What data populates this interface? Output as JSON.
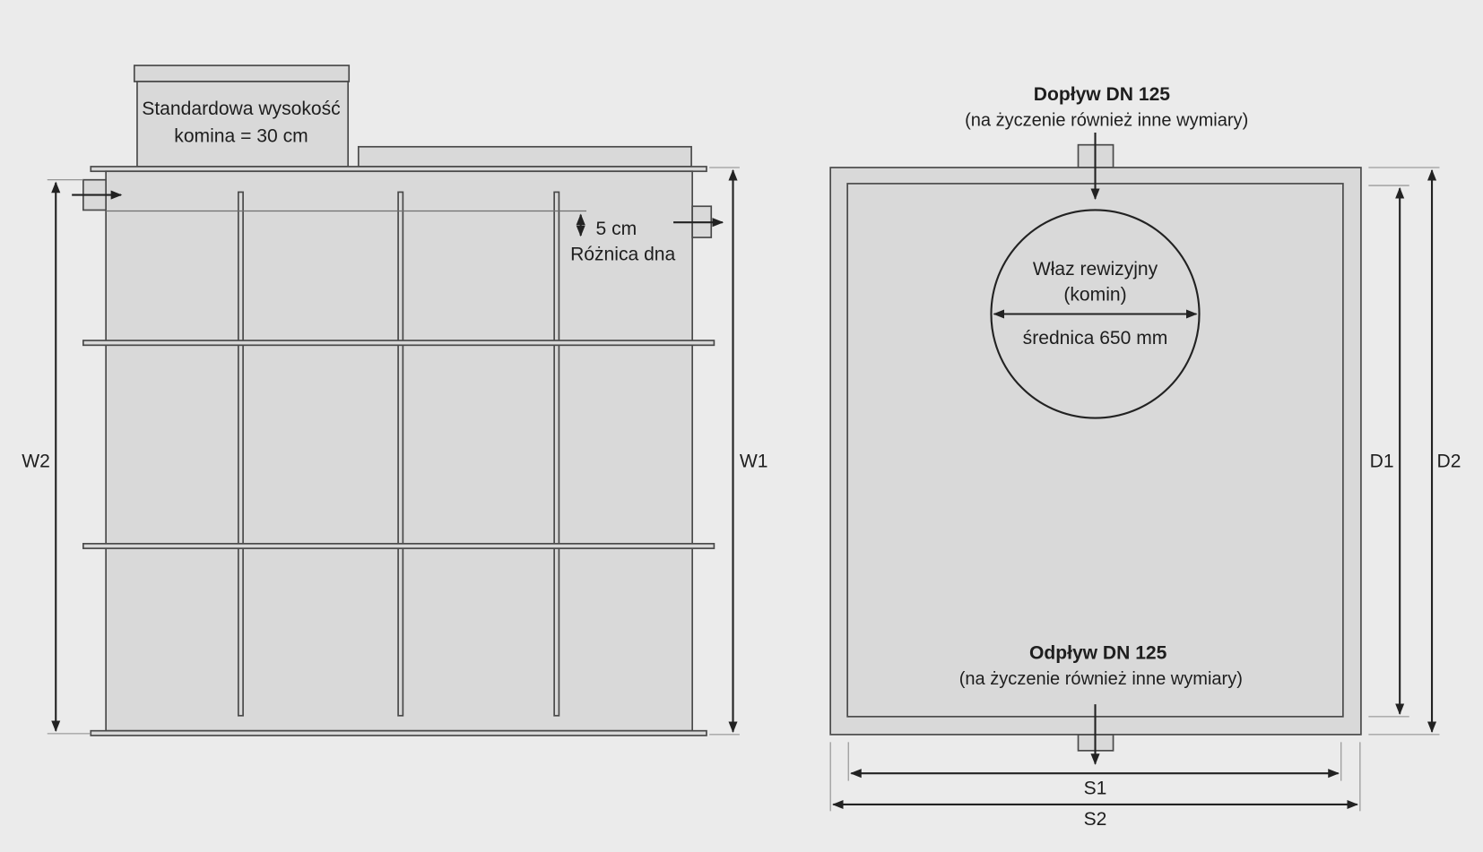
{
  "side_view": {
    "chimney_label_line1": "Standardowa wysokość",
    "chimney_label_line2": "komina = 30 cm",
    "bottom_diff_value": "5 cm",
    "bottom_diff_label": "Różnica dna",
    "w2_label": "W2",
    "w1_label": "W1"
  },
  "top_view": {
    "inlet_title": "Dopływ DN 125",
    "inlet_note": "(na życzenie również inne wymiary)",
    "manhole_line1": "Właz rewizyjny",
    "manhole_line2": "(komin)",
    "manhole_diameter": "średnica 650 mm",
    "outlet_title": "Odpływ DN 125",
    "outlet_note": "(na życzenie również inne wymiary)",
    "d1_label": "D1",
    "d2_label": "D2",
    "s1_label": "S1",
    "s2_label": "S2"
  },
  "colors": {
    "background": "#ebebeb",
    "tank_fill": "#d9d9d9",
    "outline": "#4a4a4a",
    "dimension_lines": "#222222"
  }
}
